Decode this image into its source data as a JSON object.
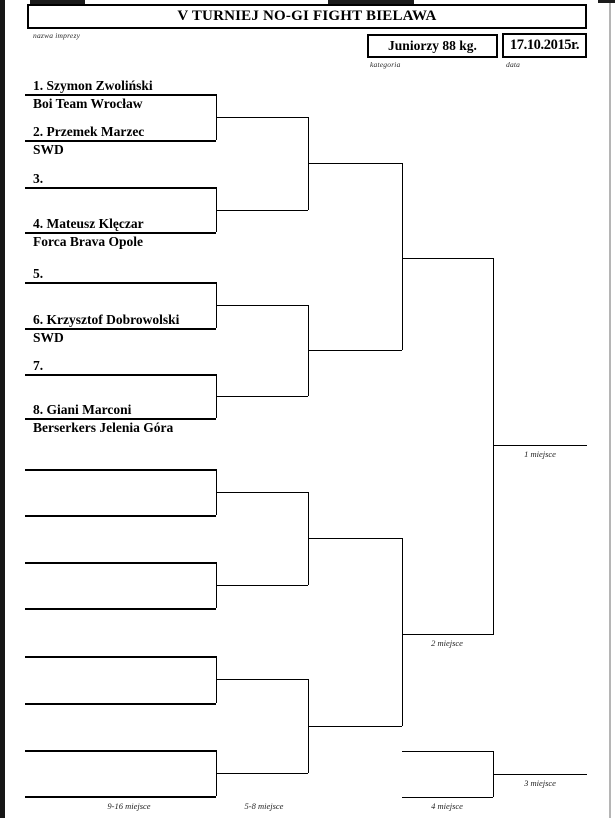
{
  "header": {
    "title": "V TURNIEJ NO-GI FIGHT BIELAWA",
    "title_caption": "nazwa imprezy",
    "category_value": "Juniorzy 88 kg.",
    "category_caption": "kategoria",
    "date_value": "17.10.2015r.",
    "date_caption": "data"
  },
  "bracket": {
    "upper_slots": [
      {
        "name": "1. Szymon Zwoliński",
        "club": "Boi Team Wrocław"
      },
      {
        "name": "2. Przemek Marzec",
        "club": "SWD"
      },
      {
        "name": "3.",
        "club": ""
      },
      {
        "name": "4. Mateusz Klęczar",
        "club": "Forca Brava Opole"
      },
      {
        "name": "5.",
        "club": ""
      },
      {
        "name": "6. Krzysztof Dobrowolski",
        "club": "SWD"
      },
      {
        "name": "7.",
        "club": ""
      },
      {
        "name": "8. Giani Marconi",
        "club": "Berserkers Jelenia Góra"
      }
    ],
    "lower_slots": [
      {
        "name": "",
        "club": ""
      },
      {
        "name": "",
        "club": ""
      },
      {
        "name": "",
        "club": ""
      },
      {
        "name": "",
        "club": ""
      },
      {
        "name": "",
        "club": ""
      },
      {
        "name": "",
        "club": ""
      },
      {
        "name": "",
        "club": ""
      },
      {
        "name": "",
        "club": ""
      }
    ],
    "labels": {
      "place_1": "1 miejsce",
      "place_2": "2 miejsce",
      "place_3": "3 miejsce",
      "place_4": "4 miejsce",
      "places_9_16": "9-16 miejsce",
      "places_5_8": "5-8 miejsce"
    }
  },
  "colors": {
    "line": "#000000",
    "page_border": "#161616"
  }
}
